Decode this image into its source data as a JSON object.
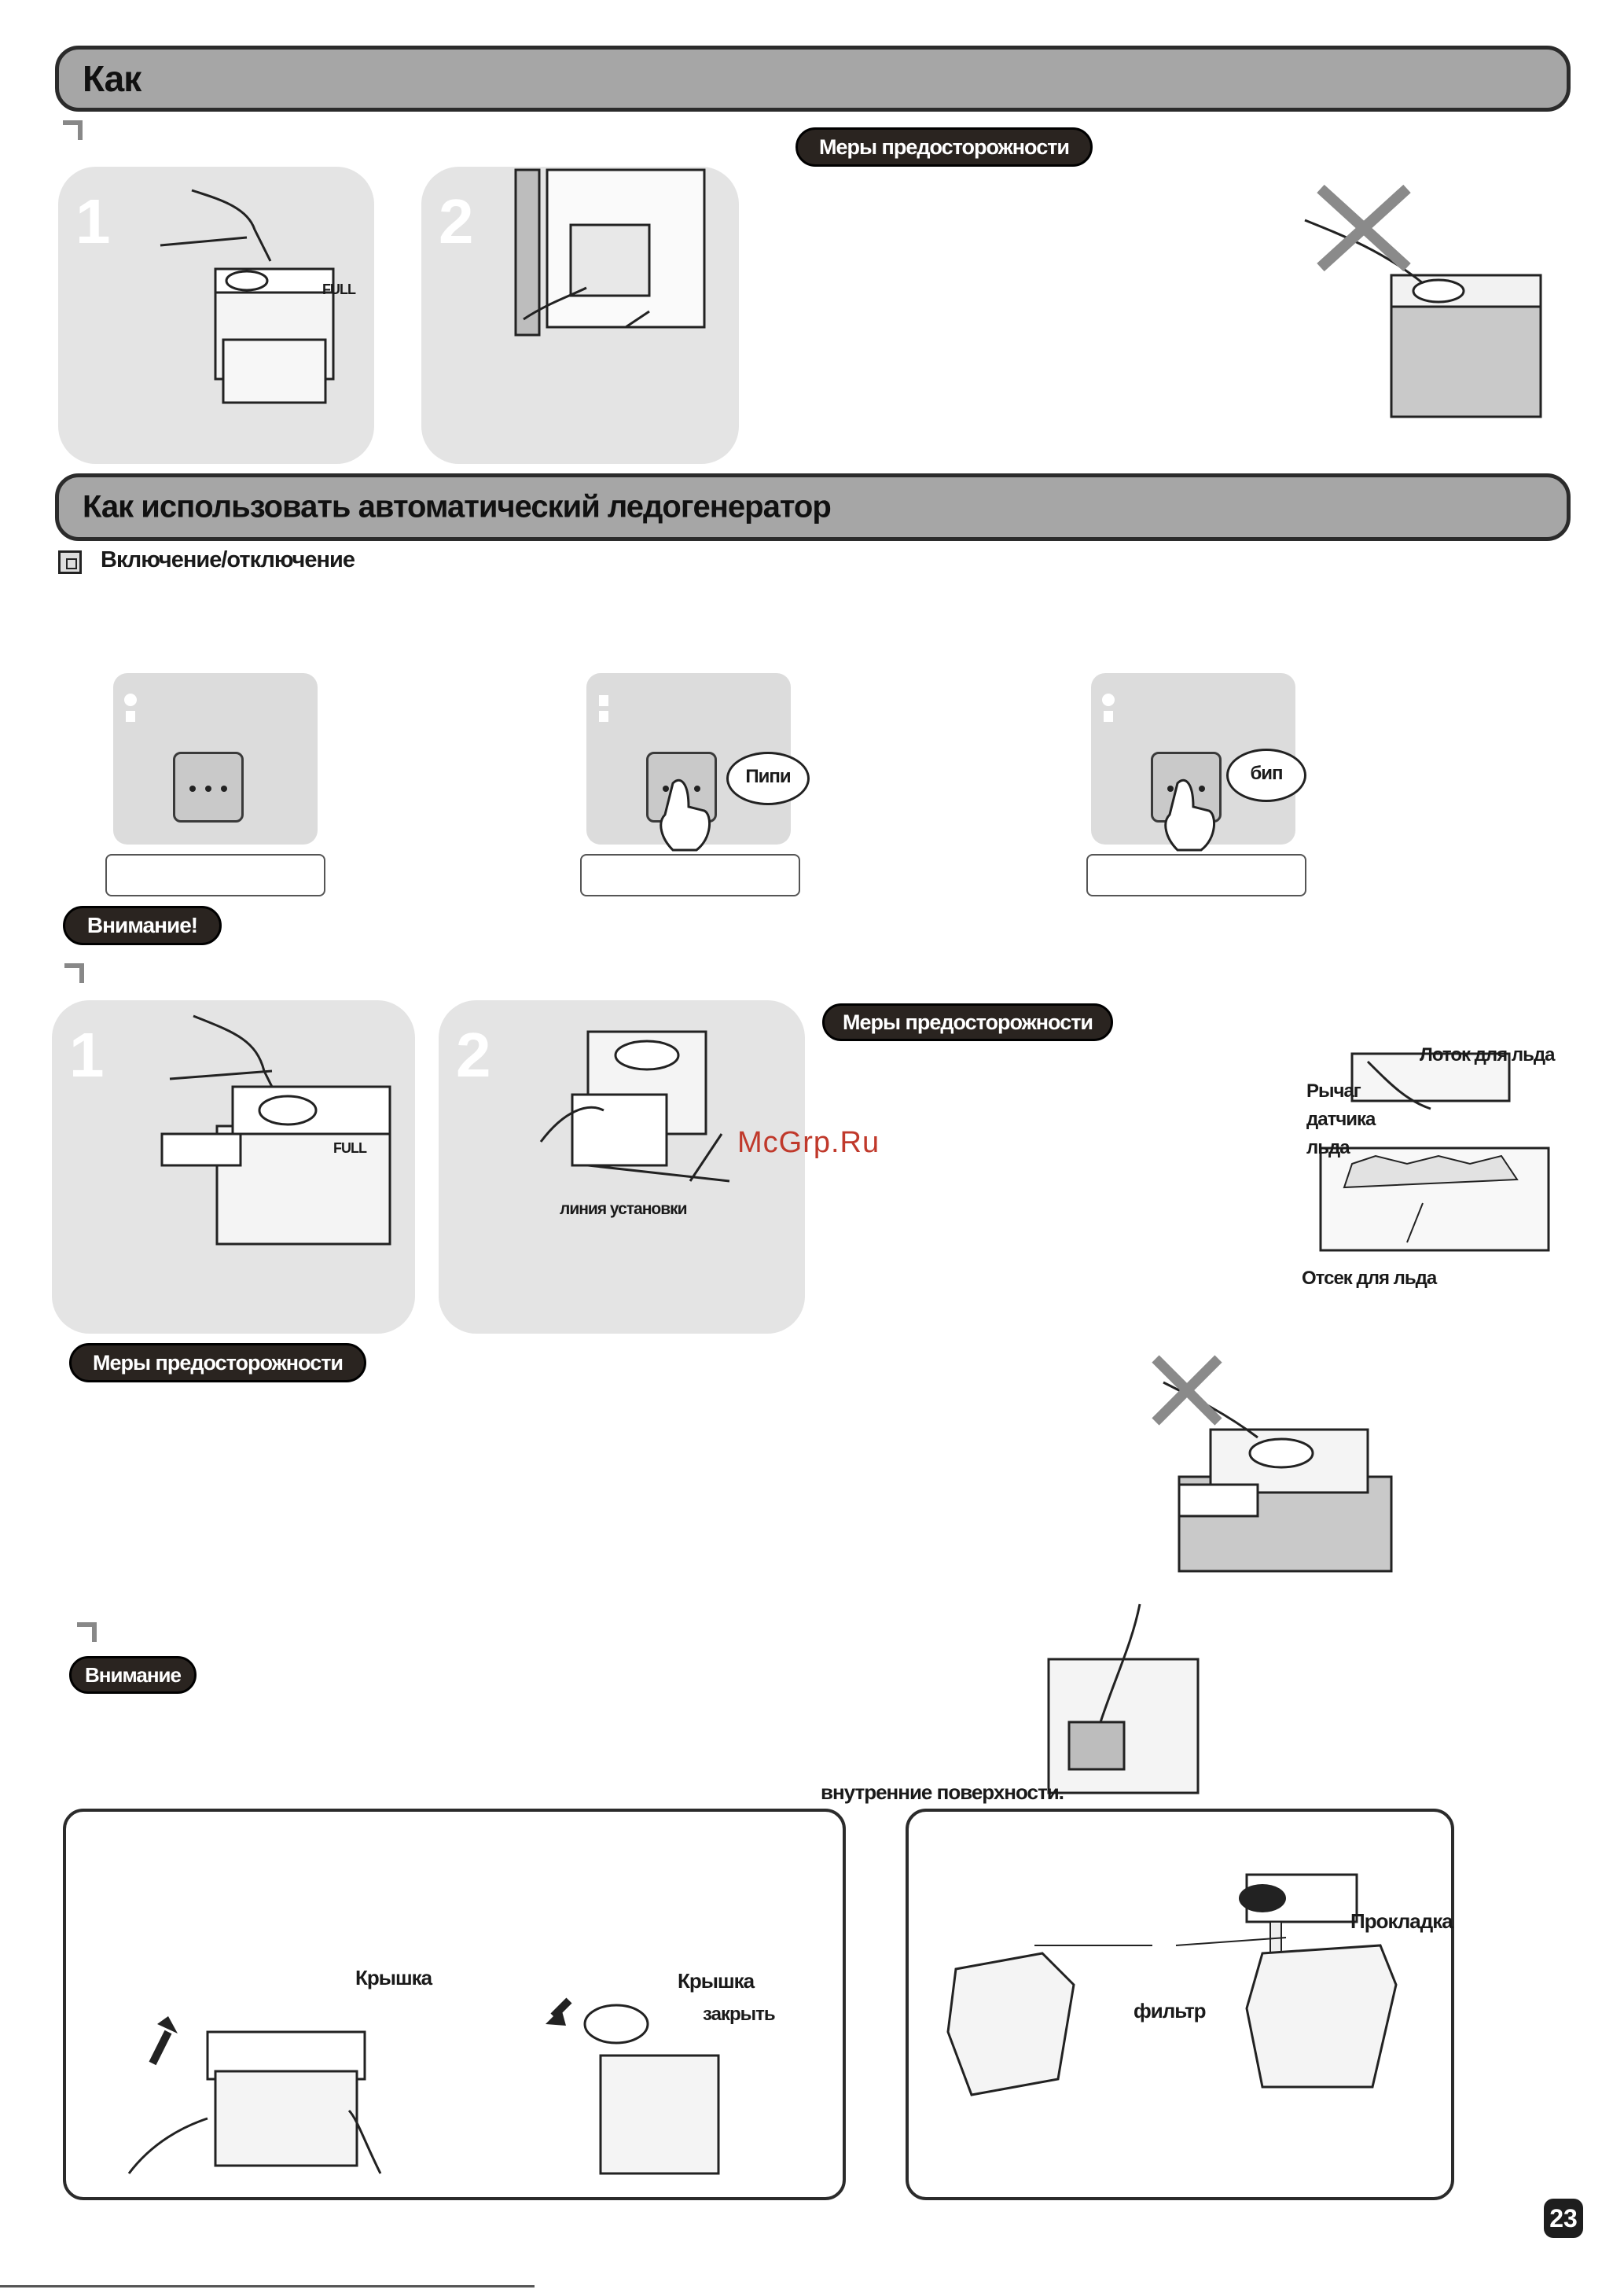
{
  "header1": {
    "title": "Как"
  },
  "header2": {
    "title": "Как использовать автоматический ледогенератор"
  },
  "section_onoff": {
    "label": "Включение/отключение"
  },
  "caution_top": {
    "label": "Меры предосторожности"
  },
  "caution_mid": {
    "label": "Меры предосторожности"
  },
  "caution_low": {
    "label": "Меры предосторожности"
  },
  "attention1": {
    "label": "Внимание!"
  },
  "attention2": {
    "label": "Внимание"
  },
  "steps": {
    "s1": "1",
    "s2": "2",
    "s3": "1",
    "s4": "2"
  },
  "labels": {
    "full_top": "FULL",
    "full_mid": "FULL",
    "install_line": "линия установки",
    "ice_tray": "Лоток для льда",
    "sensor_lever_1": "Рычаг",
    "sensor_lever_2": "датчика",
    "sensor_lever_3": "льда",
    "ice_bin": "Отсек для льда",
    "inner_surfaces": "внутренние поверхности.",
    "lid_left": "Крышка",
    "lid_right": "Крышка",
    "close": "закрыть",
    "gasket": "Прокладка",
    "filter": "фильтр"
  },
  "sounds": {
    "beep1": "Пипи",
    "beep2": "бип"
  },
  "watermark": "McGrp.Ru",
  "page_number": "23",
  "colors": {
    "banner": "#a6a6a6",
    "pill": "#2a2420",
    "panel": "#e4e4e4",
    "watermark": "#c0392b"
  }
}
